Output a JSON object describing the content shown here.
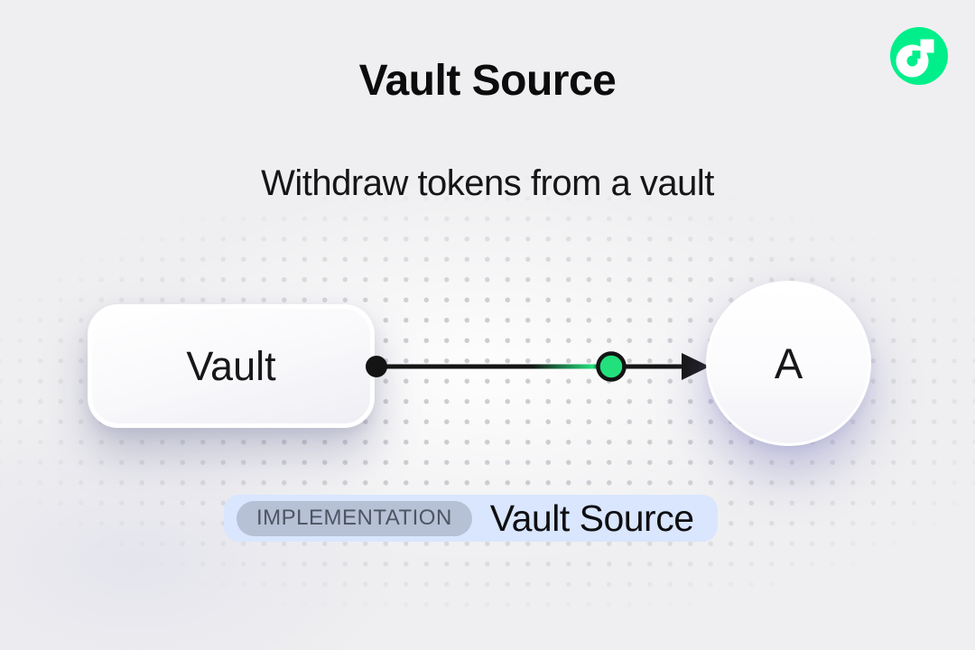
{
  "page": {
    "title": "Vault Source",
    "subtitle": "Withdraw tokens from a vault",
    "background_color": "#efeff1"
  },
  "logo": {
    "name": "Flow",
    "circle_color": "#00ef8b",
    "glyph_color": "#ffffff"
  },
  "diagram": {
    "source_label": "Vault",
    "target_label": "A",
    "edge": {
      "line_color": "#141414",
      "start_dot_color": "#141414",
      "token_dot_color": "#22e07b",
      "token_dot_stroke_color": "#141414"
    }
  },
  "implementation_label": {
    "badge": "IMPLEMENTATION",
    "text": "Vault Source",
    "container_bg": "#d9e6fd",
    "badge_bg": "#b6c1d6"
  }
}
